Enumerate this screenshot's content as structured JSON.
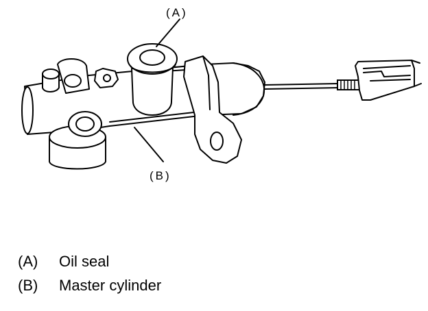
{
  "callouts": {
    "a": "(A)",
    "b": "(B)"
  },
  "legend": [
    {
      "key": "(A)",
      "desc": "Oil seal"
    },
    {
      "key": "(B)",
      "desc": "Master cylinder"
    }
  ]
}
